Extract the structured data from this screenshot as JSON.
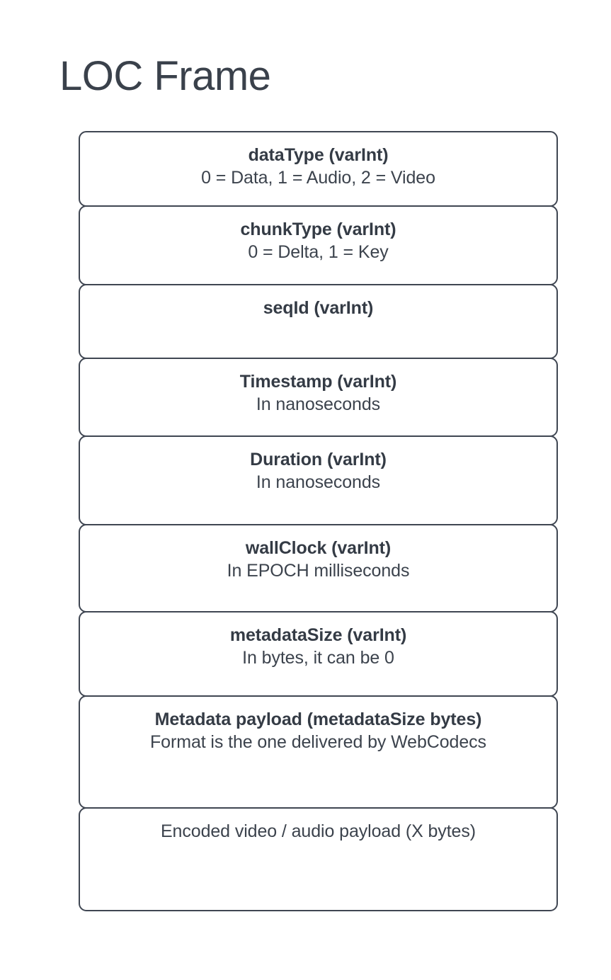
{
  "diagram": {
    "title": "LOC Frame",
    "type": "packet-structure",
    "colors": {
      "background": "#ffffff",
      "border": "#3f4652",
      "text": "#363c45",
      "title": "#3a414b"
    },
    "fields": [
      {
        "name": "dataType (varInt)",
        "description": "0 = Data, 1 = Audio, 2 = Video",
        "bold": true
      },
      {
        "name": "chunkType (varInt)",
        "description": "0 = Delta, 1 = Key",
        "bold": true
      },
      {
        "name": "seqId (varInt)",
        "description": "",
        "bold": true
      },
      {
        "name": "Timestamp (varInt)",
        "description": "In nanoseconds",
        "bold": true
      },
      {
        "name": "Duration (varInt)",
        "description": "In nanoseconds",
        "bold": true
      },
      {
        "name": "wallClock (varInt)",
        "description": "In EPOCH milliseconds",
        "bold": true
      },
      {
        "name": "metadataSize (varInt)",
        "description": "In bytes, it can be 0",
        "bold": true
      },
      {
        "name": "Metadata payload (metadataSize bytes)",
        "description": "Format is the one delivered by WebCodecs",
        "bold": true
      },
      {
        "name": "Encoded video / audio payload (X bytes)",
        "description": "",
        "bold": false
      }
    ]
  }
}
